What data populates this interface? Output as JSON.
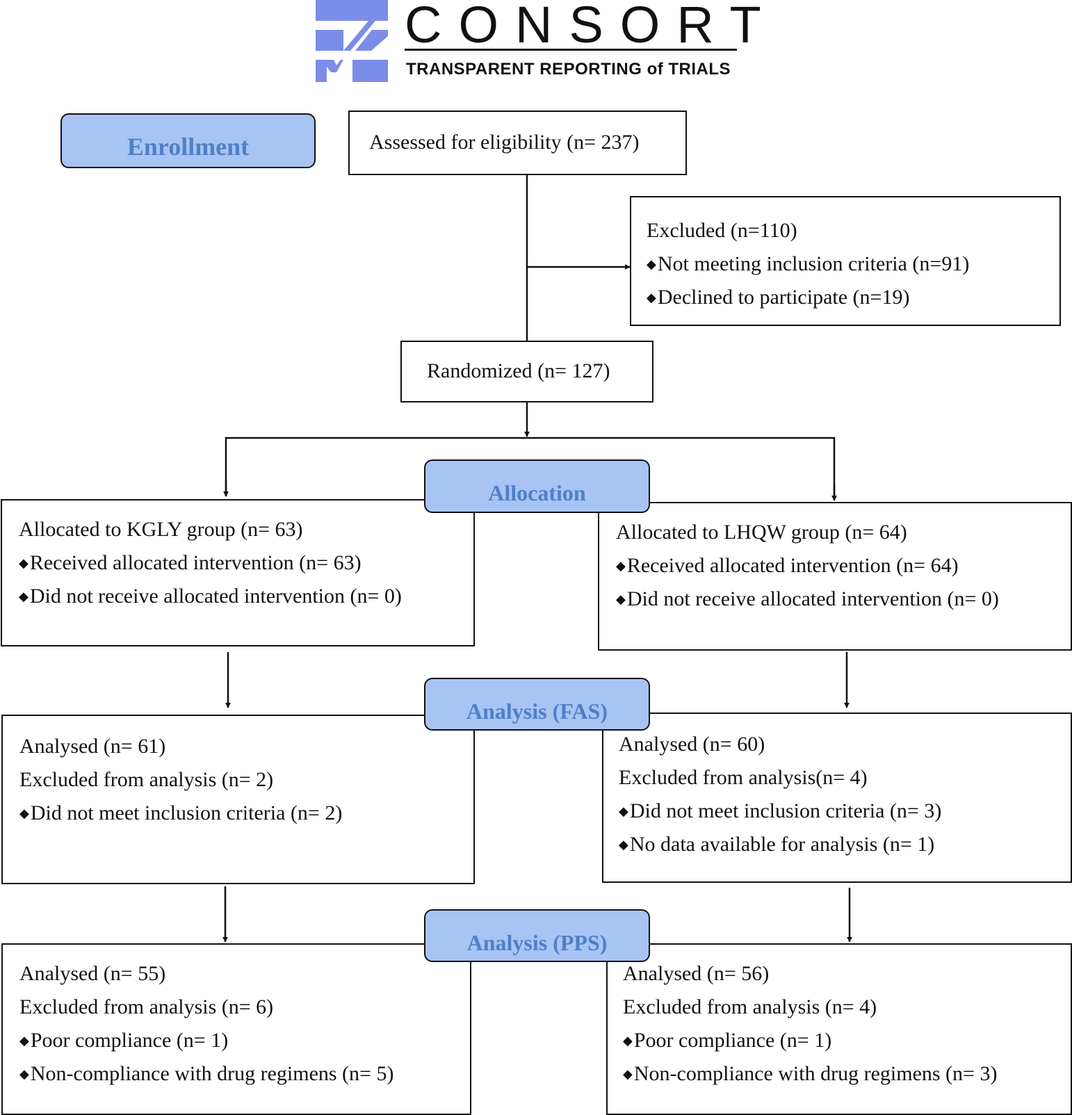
{
  "logo": {
    "wordmark": "CONSORT",
    "tagline": "TRANSPARENT REPORTING of TRIALS",
    "mark_color": "#7b8de8"
  },
  "colors": {
    "stage_fill": "#a7c4f4",
    "stage_text": "#4f7fc6",
    "line": "#111111"
  },
  "stages": {
    "enrollment": "Enrollment",
    "allocation": "Allocation",
    "analysis_fas": "Analysis (FAS)",
    "analysis_pps": "Analysis (PPS)"
  },
  "boxes": {
    "assessed": "Assessed for eligibility (n= 237)",
    "excluded": {
      "title": "Excluded (n=110)",
      "items": [
        "Not meeting inclusion criteria (n=91)",
        "Declined to participate (n=19)"
      ]
    },
    "randomized": "Randomized (n= 127)",
    "allocated_kgly": {
      "title": "Allocated to KGLY group (n= 63)",
      "items": [
        "Received allocated intervention (n= 63)",
        "Did not receive allocated intervention (n= 0)"
      ]
    },
    "allocated_lhqw": {
      "title": "Allocated to LHQW group (n= 64)",
      "items": [
        "Received allocated intervention (n= 64)",
        "Did not receive allocated intervention (n= 0)"
      ]
    },
    "fas_kgly": {
      "lines": [
        "Analysed (n= 61)",
        "Excluded from analysis (n= 2)"
      ],
      "items": [
        "Did not meet inclusion criteria (n= 2)"
      ]
    },
    "fas_lhqw": {
      "lines": [
        "Analysed (n= 60)",
        "Excluded from analysis(n= 4)"
      ],
      "items": [
        "Did not meet inclusion criteria (n= 3)",
        "No data available for analysis (n= 1)"
      ]
    },
    "pps_kgly": {
      "lines": [
        "Analysed (n= 55)",
        "Excluded from analysis (n= 6)"
      ],
      "items": [
        "Poor compliance (n= 1)",
        "Non-compliance with drug regimens (n= 5)"
      ]
    },
    "pps_lhqw": {
      "lines": [
        "Analysed (n= 56)",
        "Excluded from analysis (n= 4)"
      ],
      "items": [
        "Poor compliance (n= 1)",
        "Non-compliance with drug regimens (n= 3)"
      ]
    }
  }
}
